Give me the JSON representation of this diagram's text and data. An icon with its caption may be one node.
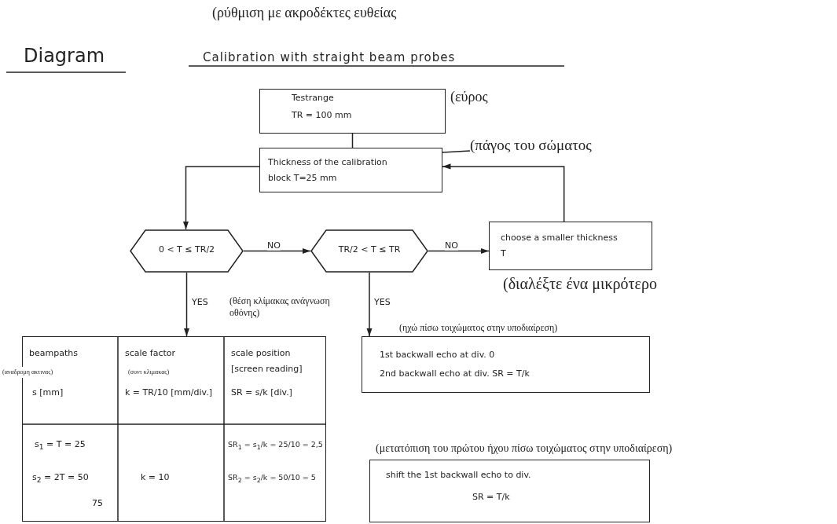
{
  "diagram": {
    "title": "Calibration with straight beam probes",
    "nodes": [
      {
        "text": [
          "Testrange",
          "TR = 100 mm"
        ],
        "beside": [
          "(εύρος"
        ]
      },
      {
        "text": [
          "Thickness of the calibration block T=25 mm"
        ]
      },
      {
        "text": [
          "(πάγος του σώματος"
        ]
      },
      {
        "text": [
          "0 < T ≤ TR/2"
        ]
      },
      {
        "text": [
          "TR/2 < T ≤ TR"
        ]
      },
      {
        "text": [
          "choose a smaller thickness T"
        ],
        "beside": [
          "(διαλέξτε ένα μικρότερο"
        ]
      },
      {
        "text": [
          "beampaths",
          "(αναδρομη ακτινας)",
          "s [mm]",
          "scale factor",
          "(συντ κλιμακας)",
          "k = TR/10 [mm/div.]",
          "scale position",
          "[screen reading]",
          "SR = s/k [div.]",
          "s$_{1}$ = T = 25",
          "s$_{2}$ = 2T = 50",
          "75",
          "k = 10",
          "SR$_{1}$ = s$_{1}$/k = 25/10 = 2,5",
          "SR$_{2}$ = s$_{2}$/k = 50/10 = 5"
        ]
      },
      {
        "text": [
          "1st backwall echo at div. 0",
          "2nd backwall echo at div. SR = T/k"
        ],
        "beside": [
          "(ηχώ πίσω τοιχώματος στην υποδιαίρεση)"
        ]
      },
      {
        "text": [
          "shift the 1st backwall echo to div.",
          "SR = T/k"
        ],
        "beside": [
          "(μετατόπιση του πρώτου ήχου πίσω τοιχώματος στην υποδιαίρεση)"
        ]
      }
    ],
    "edges": [
      {
        "from": 0,
        "to": 1,
        "arrow": "none"
      },
      {
        "from": 2,
        "to": 1,
        "arrow": "none"
      },
      {
        "from": 1,
        "to": 3,
        "arrow": "to"
      },
      {
        "from": 3,
        "to": 4,
        "arrow": "to",
        "label": "NO"
      },
      {
        "from": 4,
        "to": 5,
        "arrow": "to",
        "label": "NO"
      },
      {
        "from": 5,
        "to": 1,
        "arrow": "to"
      },
      {
        "from": 3,
        "to": 6,
        "arrow": "to",
        "label": "YES"
      },
      {
        "from": 4,
        "to": 7,
        "arrow": "to",
        "label": "YES"
      }
    ],
    "labels": [
      "(ρύθμιση με ακροδέκτες ευθείας",
      "Diagram",
      "(θέση κλίμακας ανάγνωση οθόνης)"
    ]
  }
}
